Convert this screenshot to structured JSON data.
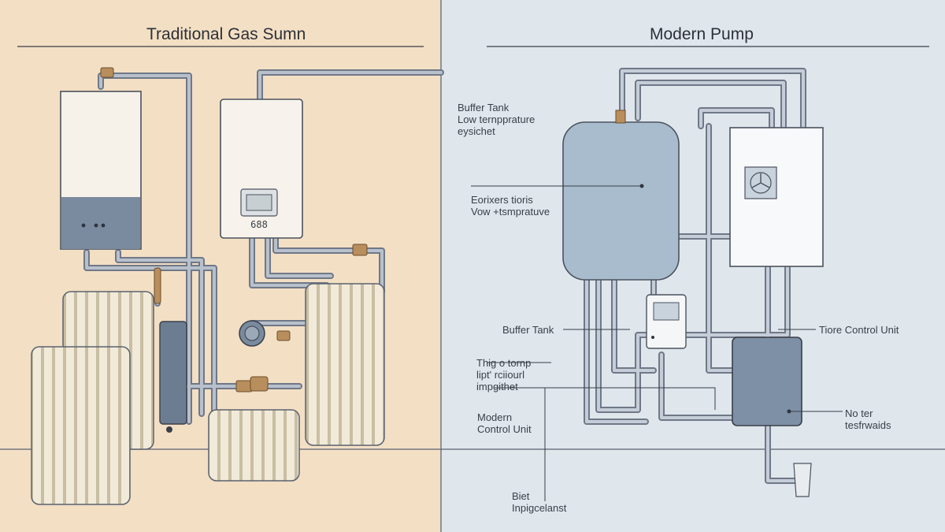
{
  "left_panel": {
    "title": "Traditional Gas Sumn",
    "boiler_display": "688",
    "colors": {
      "background": "#f3dfc4",
      "pipe": "#8e98a8",
      "radiator": "#f1ead8",
      "vessel": "#6c7d92"
    }
  },
  "right_panel": {
    "title": "Modern Pump",
    "labels": {
      "buffer_tank_top": [
        "Buffer Tank",
        "Low ternpprature",
        "eysichet"
      ],
      "middle": [
        "Eorixers tioris",
        "Vow +tsmpratuve"
      ],
      "buffer_tank": "Buffer Tank",
      "third": [
        "Thig o tornp",
        "lipt' rciiourl",
        "impgithet"
      ],
      "modern_control": [
        "Modern",
        "Control Unit"
      ],
      "bottom": [
        "Biet",
        "Inpigcelanst"
      ],
      "control_unit_right": "Tiore Control Unit",
      "no_ter": [
        "No ter",
        "tesfrwaids"
      ]
    },
    "colors": {
      "background": "#dfe6ec",
      "tank": "#a9bccd",
      "unit": "#7e90a6"
    }
  }
}
